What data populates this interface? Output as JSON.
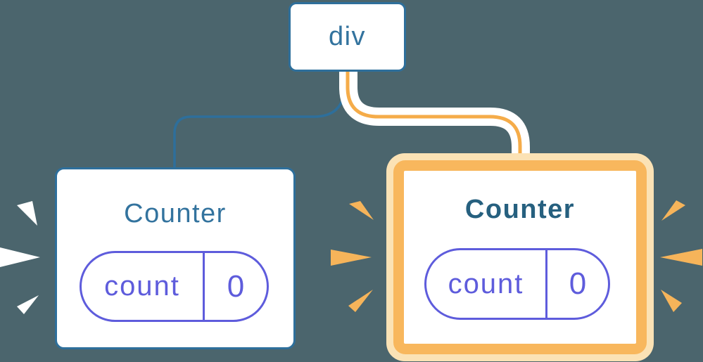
{
  "diagram": {
    "title": "component-tree-with-state",
    "root": {
      "label": "div"
    },
    "left_counter": {
      "title": "Counter",
      "state_key": "count",
      "state_value": "0"
    },
    "right_counter": {
      "title": "Counter",
      "state_key": "count",
      "state_value": "0",
      "highlighted": "true"
    },
    "colors": {
      "background": "#4B656D",
      "node_blue": "#2E6F9B",
      "text_blue": "#33739E",
      "text_dark_teal": "#26607F",
      "pill_purple": "#5E5CDC",
      "edge_orange": "#F5AC49",
      "ring_orange": "#F8B75D",
      "ring_cream": "#FBE2B5",
      "sparkle_orange": "#F6B45A",
      "sparkle_white": "#FFFFFF"
    }
  }
}
